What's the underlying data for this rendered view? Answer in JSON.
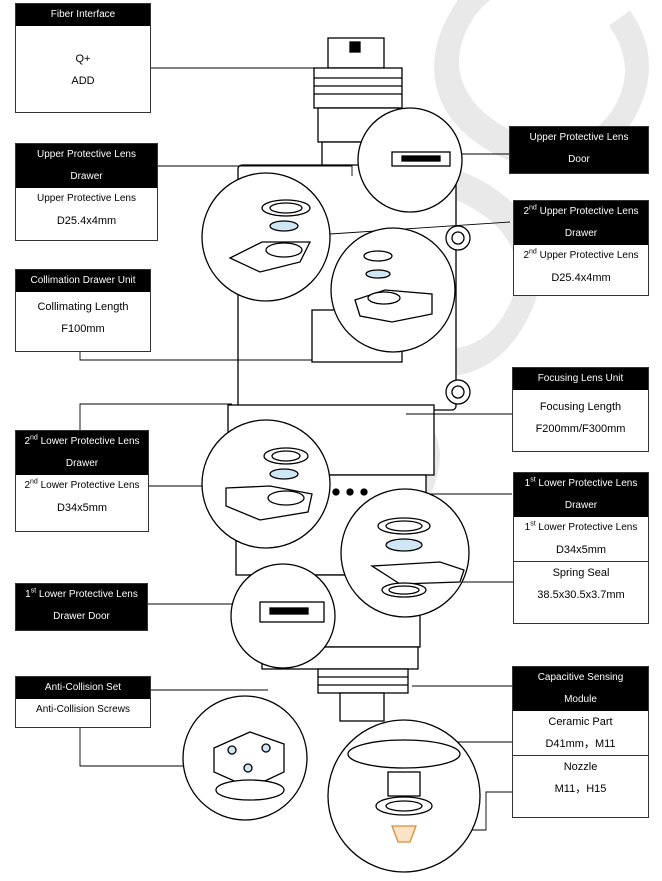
{
  "callouts": {
    "fiber_interface": {
      "title": "Fiber Interface",
      "lines": [
        "Q+",
        "ADD"
      ]
    },
    "upper_drawer": {
      "title": [
        "Upper Protective Lens",
        "Drawer"
      ],
      "lines": [
        "Upper Protective Lens",
        "D25.4x4mm"
      ]
    },
    "upper_door": {
      "title": [
        "Upper Protective Lens",
        "Door"
      ]
    },
    "second_upper": {
      "sup": "nd",
      "title_a": "2",
      "title_b": " Upper Protective Lens",
      "title_c": "Drawer",
      "line_a": "2",
      "line_b": " Upper Protective Lens",
      "line_c": "D25.4x4mm"
    },
    "collimation": {
      "title": "Collimation Drawer Unit",
      "lines": [
        "Collimating Length",
        "F100mm"
      ]
    },
    "focusing": {
      "title": "Focusing Lens Unit",
      "lines": [
        "Focusing Length",
        "F200mm/F300mm"
      ]
    },
    "second_lower": {
      "sup": "nd",
      "title_a": "2",
      "title_b": " Lower Protective Lens",
      "title_c": "Drawer",
      "line_a": "2",
      "line_b": " Lower Protective Lens",
      "line_c": "D34x5mm"
    },
    "first_lower": {
      "sup": "st",
      "title_a": "1",
      "title_b": " Lower Protective Lens",
      "title_c": "Drawer",
      "line_a": "1",
      "line_b": " Lower Protective Lens",
      "line_c": "D34x5mm",
      "seal_title": "Spring Seal",
      "seal_value": "38.5x30.5x3.7mm"
    },
    "first_lower_door": {
      "sup": "st",
      "title_a": "1",
      "title_b": " Lower Protective Lens",
      "title_c": "Drawer Door"
    },
    "anti_collision": {
      "title": "Anti-Collision Set",
      "lines": [
        "Anti-Collision Screws"
      ]
    },
    "capacitive": {
      "title": [
        "Capacitive Sensing",
        "Module"
      ],
      "ceramic_title": "Ceramic Part",
      "ceramic_value": "D41mm，M11",
      "nozzle_title": "Nozzle",
      "nozzle_value": "M11，H15"
    }
  },
  "watermark": "BOCI",
  "colors": {
    "header_bg": "#000000",
    "nozzle_accent": "#d98c3a",
    "lens_blue": "#cfe6f5"
  }
}
